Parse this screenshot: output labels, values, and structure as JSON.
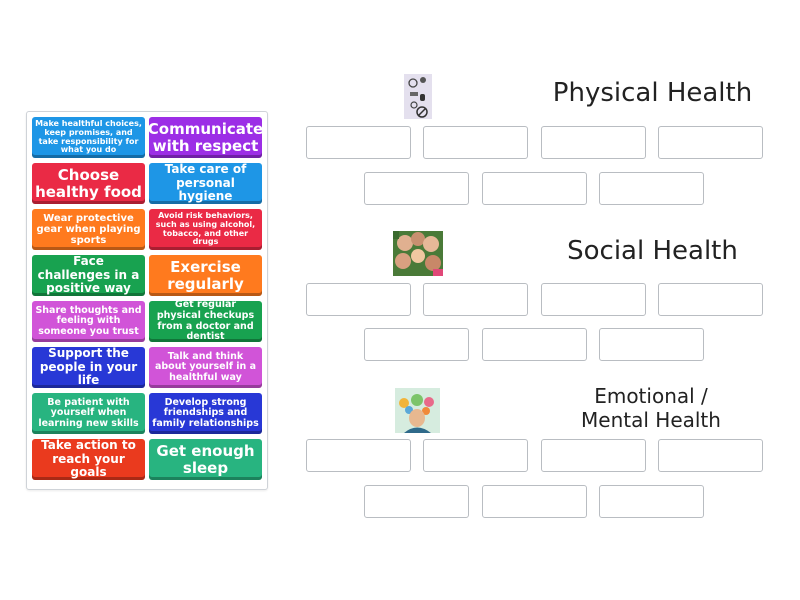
{
  "cards": [
    {
      "text": "Make healthful choices, keep promises, and take responsibility for what you do",
      "color": "#1e96e6",
      "size": 8
    },
    {
      "text": "Communicate with respect",
      "color": "#9c2ee6",
      "size": 15
    },
    {
      "text": "Choose healthy food",
      "color": "#ea2a45",
      "size": 15
    },
    {
      "text": "Take care of personal hygiene",
      "color": "#1e96e6",
      "size": 12
    },
    {
      "text": "Wear protective gear when playing sports",
      "color": "#ff7a1e",
      "size": 10
    },
    {
      "text": "Avoid risk behaviors, such as using alcohol, tobacco, and other drugs",
      "color": "#ea2a45",
      "size": 8
    },
    {
      "text": "Face challenges in a positive way",
      "color": "#18a250",
      "size": 12
    },
    {
      "text": "Exercise regularly",
      "color": "#ff7a1e",
      "size": 15
    },
    {
      "text": "Share thoughts and feeling with someone you trust",
      "color": "#d154d8",
      "size": 9.5
    },
    {
      "text": "Get regular physical checkups from a doctor and dentist",
      "color": "#18a250",
      "size": 9.5
    },
    {
      "text": "Support the people in your life",
      "color": "#2838d6",
      "size": 12
    },
    {
      "text": "Talk and think about yourself in a healthful way",
      "color": "#d154d8",
      "size": 9.5
    },
    {
      "text": "Be patient with yourself when learning new skills",
      "color": "#28b480",
      "size": 9.5
    },
    {
      "text": "Develop strong friendships and family relationships",
      "color": "#2838d6",
      "size": 9.5
    },
    {
      "text": "Take action to reach your goals",
      "color": "#ea3a1e",
      "size": 12
    },
    {
      "text": "Get enough sleep",
      "color": "#28b480",
      "size": 15
    }
  ],
  "groups": [
    {
      "title": "Physical Health",
      "image": "physical-health-image",
      "slots": 7
    },
    {
      "title": "Social Health",
      "image": "social-health-image",
      "slots": 7
    },
    {
      "title": "Emotional / Mental Health",
      "image": "emotional-health-image",
      "slots": 7
    }
  ]
}
